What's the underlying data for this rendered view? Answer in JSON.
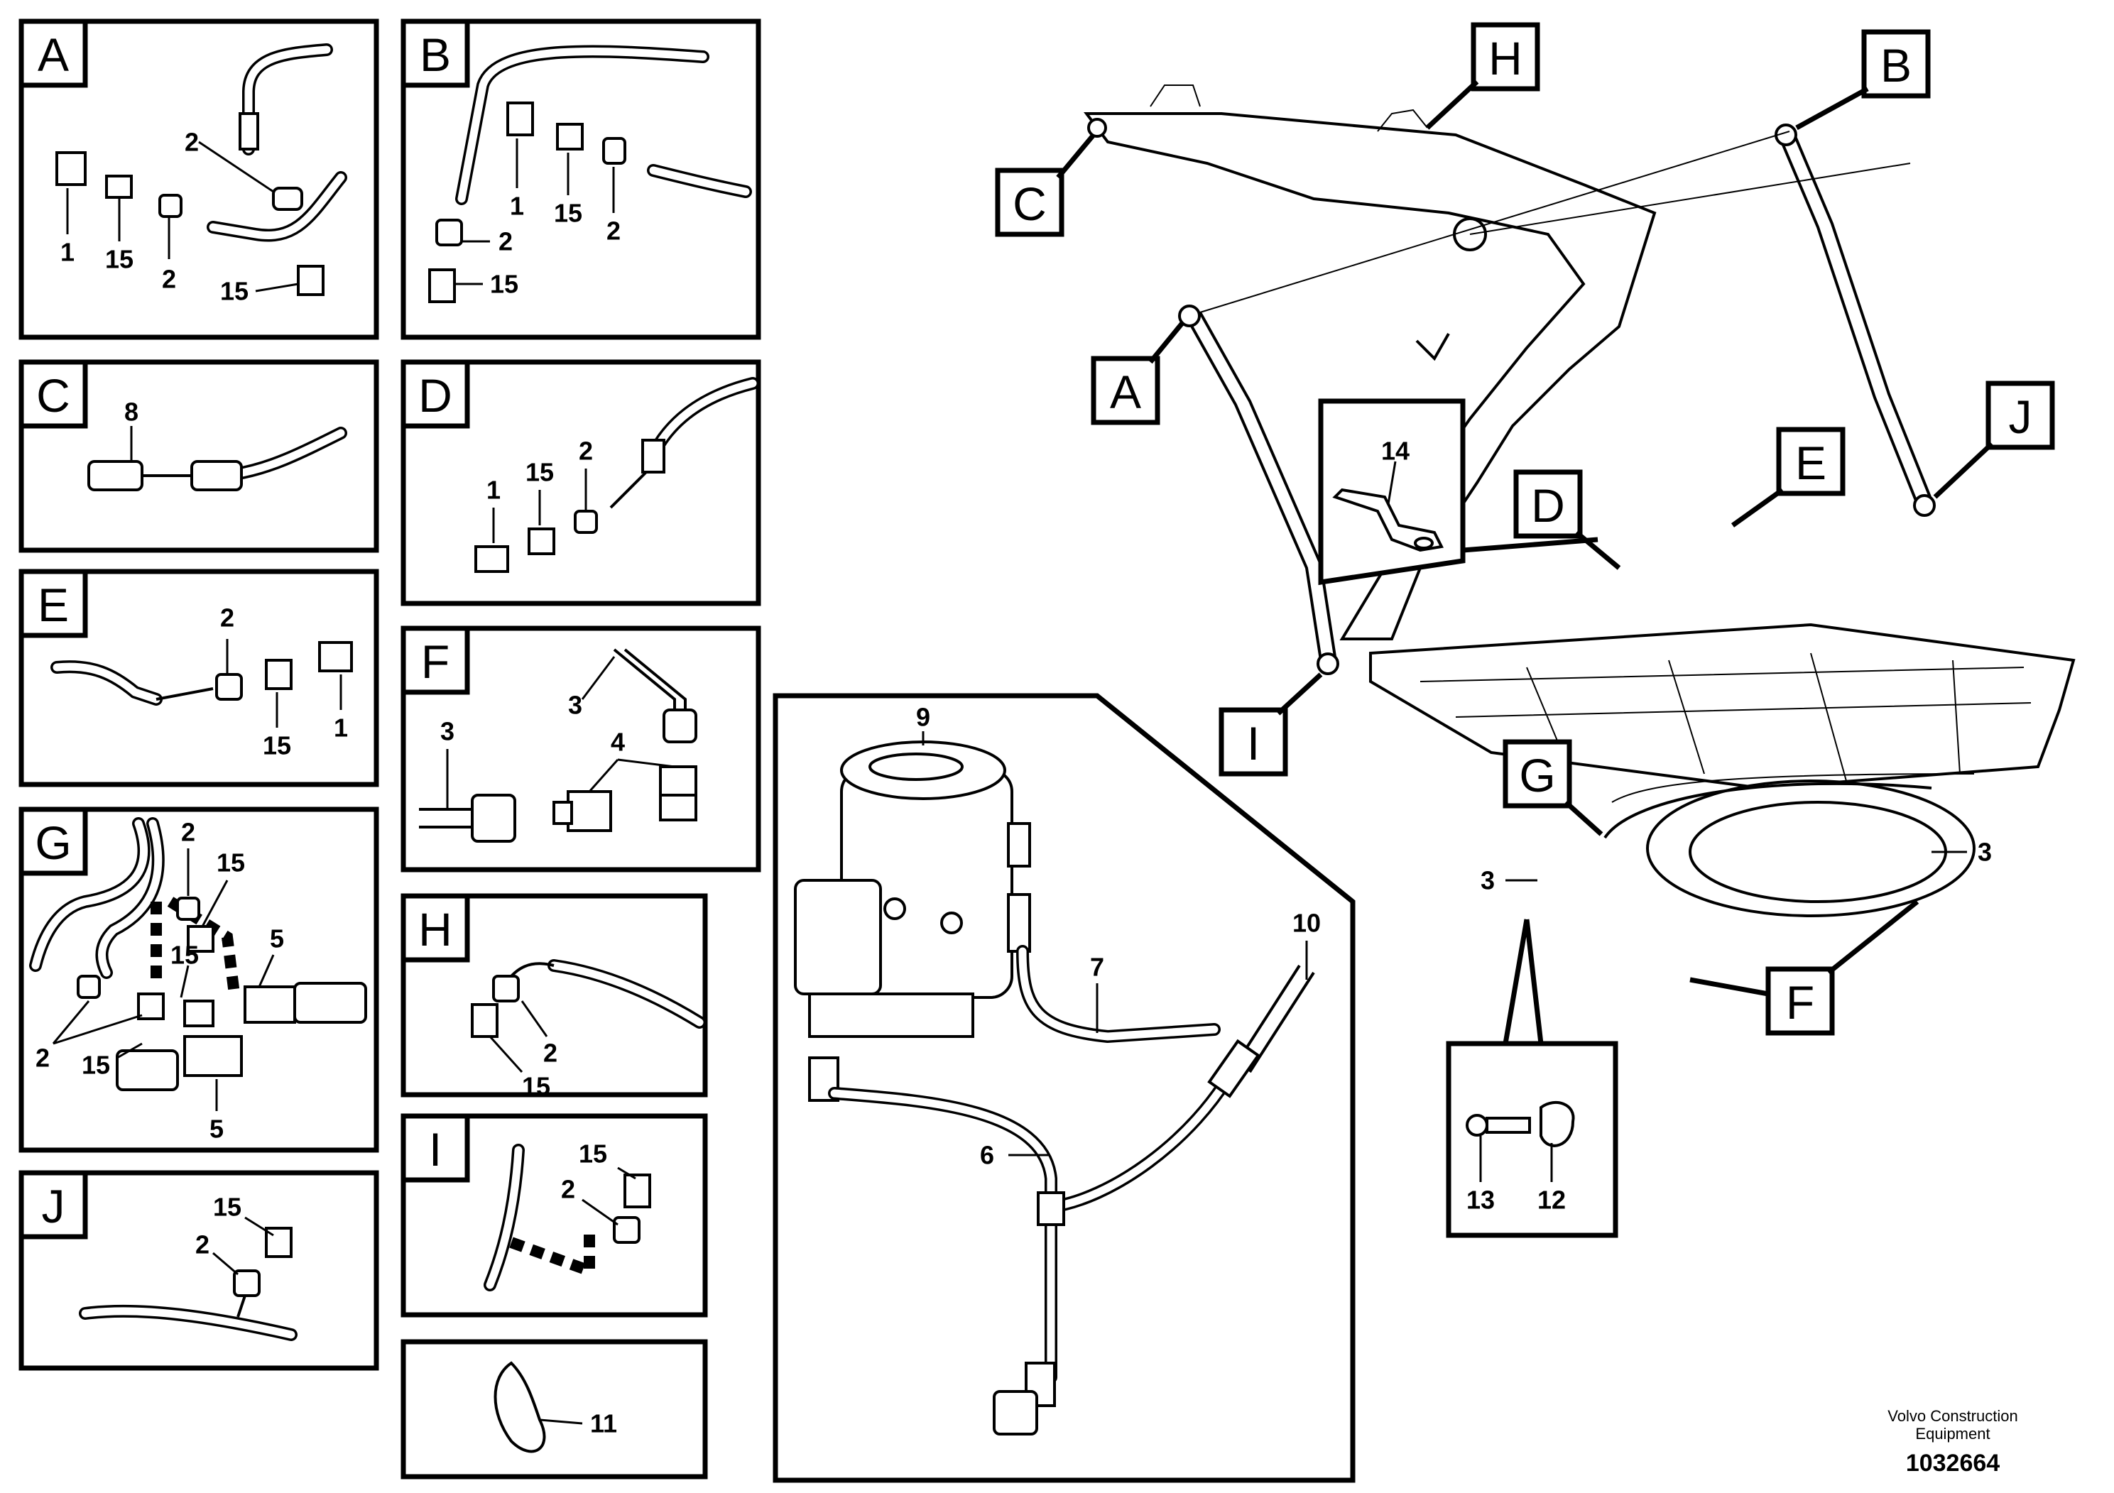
{
  "panels": {
    "A": {
      "letter": "A",
      "callouts": [
        "2",
        "1",
        "15",
        "2",
        "15"
      ]
    },
    "B": {
      "letter": "B",
      "callouts": [
        "1",
        "15",
        "2",
        "2",
        "15"
      ]
    },
    "C": {
      "letter": "C",
      "callouts": [
        "8"
      ]
    },
    "D": {
      "letter": "D",
      "callouts": [
        "15",
        "2",
        "1"
      ]
    },
    "E": {
      "letter": "E",
      "callouts": [
        "2",
        "15",
        "1"
      ]
    },
    "F": {
      "letter": "F",
      "callouts": [
        "3",
        "3",
        "4"
      ]
    },
    "G": {
      "letter": "G",
      "callouts": [
        "2",
        "15",
        "15",
        "5",
        "2",
        "15",
        "5"
      ]
    },
    "H": {
      "letter": "H",
      "callouts": [
        "2",
        "15"
      ]
    },
    "I": {
      "letter": "I",
      "callouts": [
        "15",
        "2"
      ]
    },
    "J": {
      "letter": "J",
      "callouts": [
        "15",
        "2"
      ]
    },
    "tie": {
      "callouts": [
        "11"
      ]
    },
    "pump": {
      "callouts": [
        "9",
        "7",
        "10",
        "6"
      ]
    }
  },
  "machine": {
    "markers": [
      "H",
      "B",
      "C",
      "A",
      "J",
      "E",
      "D",
      "I",
      "G",
      "F"
    ],
    "inset14": {
      "callouts": [
        "14"
      ]
    },
    "inset12_13": {
      "callouts": [
        "13",
        "12"
      ]
    },
    "ring_callouts": [
      "3",
      "3"
    ]
  },
  "footer": {
    "credit_line1": "Volvo Construction",
    "credit_line2": "Equipment",
    "code": "1032664"
  }
}
